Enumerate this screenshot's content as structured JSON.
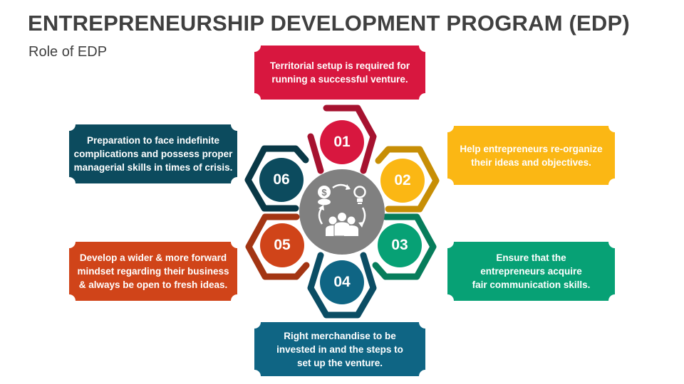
{
  "header": {
    "title": "ENTREPRENEURSHIP DEVELOPMENT PROGRAM (EDP)",
    "subtitle": "Role of EDP"
  },
  "center": {
    "icon": "money-idea-team-cycle-icon",
    "color": "#808080"
  },
  "steps": [
    {
      "number": "01",
      "color": "#D8173F",
      "frame_color": "#A6122F",
      "lines": [
        "Territorial setup is required for",
        "running a successful venture."
      ]
    },
    {
      "number": "02",
      "color": "#FBB714",
      "frame_color": "#C78E05",
      "lines": [
        "Help entrepreneurs re-organize",
        "their ideas and objectives."
      ]
    },
    {
      "number": "03",
      "color": "#07A175",
      "frame_color": "#067D5B",
      "lines": [
        "Ensure that the",
        "entrepreneurs acquire",
        "fair communication skills."
      ]
    },
    {
      "number": "04",
      "color": "#0F6584",
      "frame_color": "#0B4D64",
      "lines": [
        "Right merchandise to be",
        "invested in and the steps to",
        "set up the venture."
      ]
    },
    {
      "number": "05",
      "color": "#D04419",
      "frame_color": "#A33513",
      "lines": [
        "Develop a wider & more forward",
        "mindset regarding their business",
        "& always be open to fresh ideas."
      ]
    },
    {
      "number": "06",
      "color": "#0C4B5E",
      "frame_color": "#093846",
      "lines": [
        "Preparation to face indefinite",
        "complications and possess proper",
        "managerial skills in times of crisis."
      ]
    }
  ]
}
